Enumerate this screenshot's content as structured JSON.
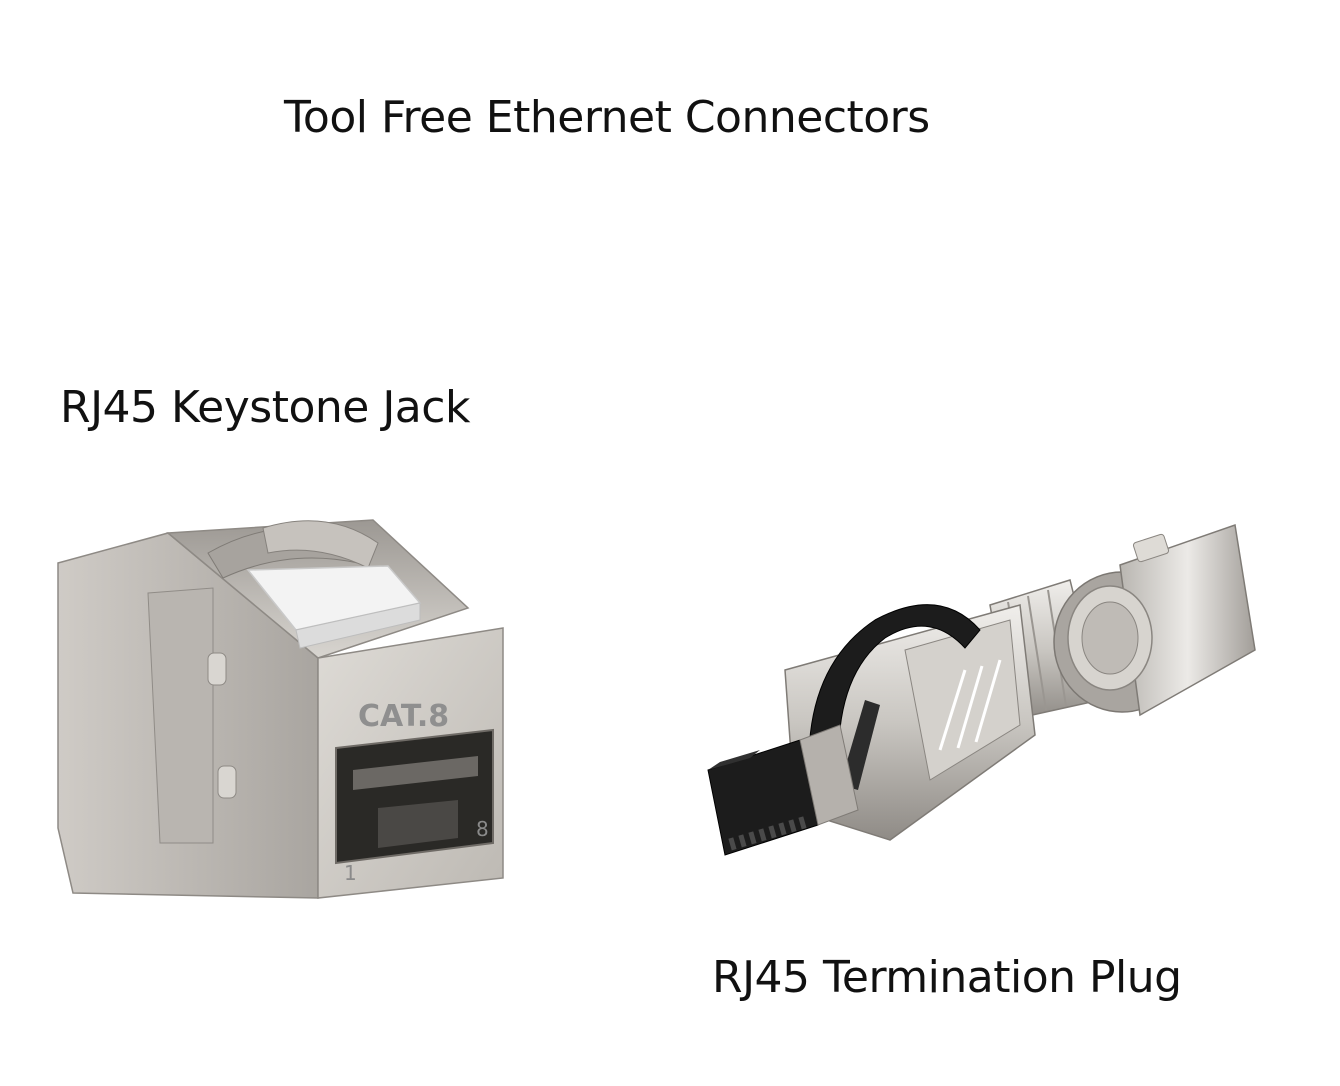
{
  "page": {
    "title": "Tool Free Ethernet Connectors"
  },
  "products": [
    {
      "label": "RJ45 Keystone Jack",
      "marking": "CAT.8",
      "pin_first": "1",
      "pin_last": "8"
    },
    {
      "label": "RJ45 Termination Plug"
    }
  ],
  "colors": {
    "background": "#ffffff",
    "text": "#111111",
    "metal_light": "#e4e2df",
    "metal_mid": "#c7c4bf",
    "metal_dark": "#8e8a85",
    "latch_black": "#1c1c1c",
    "tab_white": "#f2f2f2"
  }
}
